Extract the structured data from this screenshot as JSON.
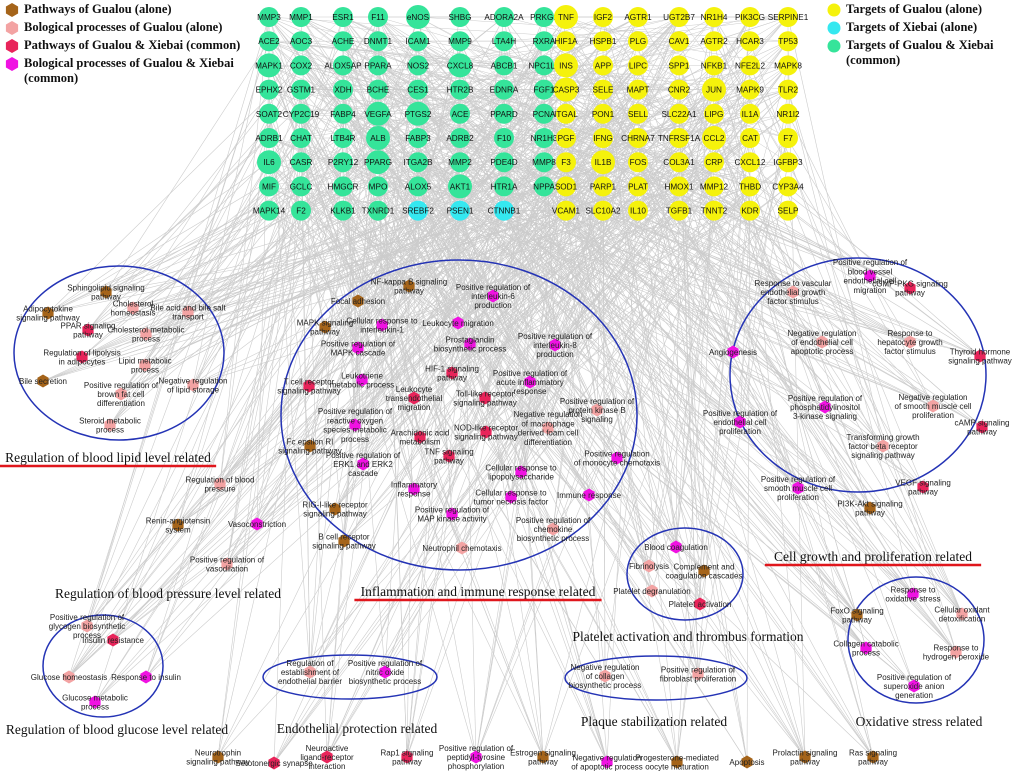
{
  "legend_left": [
    {
      "label": "Pathways of Gualou (alone)",
      "shape": "hexagon",
      "color": "#a5641a"
    },
    {
      "label": "Bological processes of Gualou (alone)",
      "shape": "hexagon",
      "color": "#f3a3a3"
    },
    {
      "label": "Pathways of Gualou & Xiebai (common)",
      "shape": "hexagon",
      "color": "#e8245a"
    },
    {
      "label": "Bological processes of Gualou & Xiebai (common)",
      "shape": "hexagon",
      "color": "#f012e2"
    }
  ],
  "legend_right": [
    {
      "label": "Targets of Gualou (alone)",
      "shape": "circle",
      "color": "#f5f20c"
    },
    {
      "label": "Targets of Xiebai (alone)",
      "shape": "circle",
      "color": "#35e8f0"
    },
    {
      "label": "Targets of Gualou & Xiebai (common)",
      "shape": "circle",
      "color": "#35e49a"
    }
  ],
  "colors": {
    "edge": "#cccccc",
    "ellipse_stroke": "#2433b5",
    "underline": "#e0161c",
    "pathway_gualou": "#a5641a",
    "process_gualou": "#f3a3a3",
    "pathway_common": "#e8245a",
    "process_common": "#f012e2",
    "target_gualou": "#f5f20c",
    "target_xiebai": "#35e8f0",
    "target_common": "#35e49a"
  },
  "target_rows": [
    [
      "MMP3",
      "MMP1",
      "ESR1",
      "F11",
      "eNOS",
      "SHBG",
      "ADORA2A",
      "PRKG1",
      "TNF",
      "IGF2",
      "AGTR1",
      "UGT2B7",
      "NR1H4",
      "PIK3CG",
      "SERPINE1"
    ],
    [
      "ACE2",
      "AOC3",
      "ACHE",
      "DNMT1",
      "ICAM1",
      "MMP9",
      "LTA4H",
      "RXRA",
      "HIF1A",
      "HSPB1",
      "PLG",
      "CAV1",
      "AGTR2",
      "HCAR3",
      "TP53"
    ],
    [
      "MAPK1",
      "COX2",
      "ALOX5AP",
      "PPARA",
      "NOS2",
      "CXCL8",
      "ABCB1",
      "NPC1L1",
      "INS",
      "APP",
      "LIPC",
      "SPP1",
      "NFKB1",
      "NFE2L2",
      "MAPK8"
    ],
    [
      "EPHX2",
      "GSTM1",
      "XDH",
      "BCHE",
      "CES1",
      "HTR2B",
      "EDNRA",
      "FGF1",
      "CASP3",
      "SELE",
      "MAPT",
      "CNR2",
      "JUN",
      "MAPK9",
      "TLR2"
    ],
    [
      "SOAT2",
      "CYP2C19",
      "FABP4",
      "VEGFA",
      "PTGS2",
      "ACE",
      "PPARD",
      "PCNA",
      "ITGAL",
      "PON1",
      "SELL",
      "SLC22A1",
      "LIPG",
      "IL1A",
      "NR1I2"
    ],
    [
      "ADRB1",
      "CHAT",
      "LTB4R",
      "ALB",
      "FABP3",
      "ADRB2",
      "F10",
      "NR1H3",
      "PGF",
      "IFNG",
      "CHRNA7",
      "TNFRSF1A",
      "CCL2",
      "CAT",
      "F7"
    ],
    [
      "IL6",
      "CASR",
      "P2RY12",
      "PPARG",
      "ITGA2B",
      "MMP2",
      "PDE4D",
      "MMP8",
      "F3",
      "IL1B",
      "FOS",
      "COL3A1",
      "CRP",
      "CXCL12",
      "IGFBP3"
    ],
    [
      "MIF",
      "GCLC",
      "HMGCR",
      "MPO",
      "ALOX5",
      "AKT1",
      "HTR1A",
      "NPPA",
      "SOD1",
      "PARP1",
      "PLAT",
      "HMOX1",
      "MMP12",
      "THBD",
      "CYP3A4"
    ],
    [
      "MAPK14",
      "F2",
      "KLKB1",
      "TXNRD1",
      "SREBF2",
      "PSEN1",
      "CTNNB1",
      "",
      "VCAM1",
      "SLC10A2",
      "IL10",
      "TGFB1",
      "TNNT2",
      "KDR",
      "SELP"
    ]
  ],
  "target_types": [
    [
      "C",
      "C",
      "C",
      "C",
      "C",
      "C",
      "C",
      "C",
      "Y",
      "Y",
      "Y",
      "Y",
      "Y",
      "Y",
      "Y"
    ],
    [
      "C",
      "C",
      "C",
      "C",
      "C",
      "C",
      "C",
      "C",
      "Y",
      "Y",
      "Y",
      "Y",
      "Y",
      "Y",
      "Y"
    ],
    [
      "C",
      "C",
      "C",
      "C",
      "C",
      "C",
      "C",
      "C",
      "Y",
      "Y",
      "Y",
      "Y",
      "Y",
      "Y",
      "Y"
    ],
    [
      "C",
      "C",
      "C",
      "C",
      "C",
      "C",
      "C",
      "C",
      "Y",
      "Y",
      "Y",
      "Y",
      "Y",
      "Y",
      "Y"
    ],
    [
      "C",
      "C",
      "C",
      "C",
      "C",
      "C",
      "C",
      "C",
      "Y",
      "Y",
      "Y",
      "Y",
      "Y",
      "Y",
      "Y"
    ],
    [
      "C",
      "C",
      "C",
      "C",
      "C",
      "C",
      "C",
      "C",
      "Y",
      "Y",
      "Y",
      "Y",
      "Y",
      "Y",
      "Y"
    ],
    [
      "C",
      "C",
      "C",
      "C",
      "C",
      "C",
      "C",
      "C",
      "Y",
      "Y",
      "Y",
      "Y",
      "Y",
      "Y",
      "Y"
    ],
    [
      "C",
      "C",
      "C",
      "C",
      "C",
      "C",
      "C",
      "C",
      "Y",
      "Y",
      "Y",
      "Y",
      "Y",
      "Y",
      "Y"
    ],
    [
      "C",
      "C",
      "C",
      "C",
      "X",
      "X",
      "X",
      "",
      "Y",
      "Y",
      "Y",
      "Y",
      "Y",
      "Y",
      "Y"
    ]
  ],
  "clusters": [
    {
      "id": "lipid",
      "title": "Regulation of blood lipid level related",
      "underlined": true
    },
    {
      "id": "inflammation",
      "title": "Inflammation and immune response related",
      "underlined": true
    },
    {
      "id": "growth",
      "title": "Cell growth and proliferation related",
      "underlined": true
    },
    {
      "id": "pressure",
      "title": "Regulation of blood pressure level related",
      "underlined": false
    },
    {
      "id": "platelet",
      "title": "Platelet activation and thrombus formation",
      "underlined": false
    },
    {
      "id": "glucose",
      "title": "Regulation of blood glucose level related",
      "underlined": false
    },
    {
      "id": "endothelial",
      "title": "Endothelial protection related",
      "underlined": false
    },
    {
      "id": "plaque",
      "title": "Plaque stabilization related",
      "underlined": false
    },
    {
      "id": "oxidative",
      "title": "Oxidative stress related",
      "underlined": false
    }
  ],
  "function_nodes": [
    {
      "label": "Sphingolipid signaling pathway",
      "type": "pathway_gualou"
    },
    {
      "label": "Adipocytokine signaling pathway",
      "type": "pathway_gualou"
    },
    {
      "label": "Cholesterol homeostasis",
      "type": "process_gualou"
    },
    {
      "label": "Bile acid and bile salt transport",
      "type": "process_gualou"
    },
    {
      "label": "PPAR signaling pathway",
      "type": "pathway_common"
    },
    {
      "label": "Cholesterol metabolic process",
      "type": "process_gualou"
    },
    {
      "label": "Regulation of lipolysis in adipocytes",
      "type": "pathway_common"
    },
    {
      "label": "Lipid metabolic process",
      "type": "process_gualou"
    },
    {
      "label": "Bile secretion",
      "type": "pathway_gualou"
    },
    {
      "label": "Positive regulation of brown fat cell differentiation",
      "type": "process_gualou"
    },
    {
      "label": "Negative regulation of lipid storage",
      "type": "process_gualou"
    },
    {
      "label": "Steroid metabolic process",
      "type": "process_gualou"
    },
    {
      "label": "NF-kappa B signaling pathway",
      "type": "pathway_gualou"
    },
    {
      "label": "Focal adhesion",
      "type": "pathway_gualou"
    },
    {
      "label": "Positive regulation of interleukin-6 production",
      "type": "process_common"
    },
    {
      "label": "MAPK signaling pathway",
      "type": "pathway_gualou"
    },
    {
      "label": "Cellular response to interleukin-1",
      "type": "process_common"
    },
    {
      "label": "Leukocyte migration",
      "type": "process_common"
    },
    {
      "label": "Positive regulation of MAPK cascade",
      "type": "process_common"
    },
    {
      "label": "Prostaglandin biosynthetic process",
      "type": "process_common"
    },
    {
      "label": "Positive regulation of interleukin-8 production",
      "type": "process_common"
    },
    {
      "label": "HIF-1 signaling pathway",
      "type": "pathway_common"
    },
    {
      "label": "T cell receptor signaling pathway",
      "type": "pathway_common"
    },
    {
      "label": "Leukotriene metabolic process",
      "type": "process_common"
    },
    {
      "label": "Positive regulation of acute inflammatory response",
      "type": "process_common"
    },
    {
      "label": "Leukocyte transendothelial migration",
      "type": "pathway_common"
    },
    {
      "label": "Toll-like receptor signaling pathway",
      "type": "pathway_common"
    },
    {
      "label": "Positive regulation of protein kinase B signaling",
      "type": "process_gualou"
    },
    {
      "label": "Positive regulation of reactive oxygen species metabolic process",
      "type": "process_common"
    },
    {
      "label": "Arachidonic acid metabolism",
      "type": "pathway_common"
    },
    {
      "label": "NOD-like receptor signaling pathway",
      "type": "pathway_common"
    },
    {
      "label": "Negative regulation of macrophage derived foam cell differentiation",
      "type": "process_gualou"
    },
    {
      "label": "Fc epsilon RI signaling pathway",
      "type": "pathway_gualou"
    },
    {
      "label": "TNF signaling pathway",
      "type": "pathway_common"
    },
    {
      "label": "Positive regulation of ERK1 and ERK2 cascade",
      "type": "process_common"
    },
    {
      "label": "Positive regulation of monocyte chemotaxis",
      "type": "process_common"
    },
    {
      "label": "Cellular response to lipopolysaccharide",
      "type": "process_common"
    },
    {
      "label": "Inflammatory response",
      "type": "process_common"
    },
    {
      "label": "Cellular response to tumor necrosis factor",
      "type": "process_common"
    },
    {
      "label": "Immune response",
      "type": "process_common"
    },
    {
      "label": "RIG-I-like receptor signaling pathway",
      "type": "pathway_gualou"
    },
    {
      "label": "Positive regulation of MAP kinase activity",
      "type": "process_common"
    },
    {
      "label": "Positive regulation of chemokine biosynthetic process",
      "type": "process_gualou"
    },
    {
      "label": "B cell receptor signaling pathway",
      "type": "pathway_gualou"
    },
    {
      "label": "Neutrophil chemotaxis",
      "type": "process_gualou"
    },
    {
      "label": "Regulation of blood pressure",
      "type": "process_gualou"
    },
    {
      "label": "Renin-angiotensin system",
      "type": "pathway_gualou"
    },
    {
      "label": "Vasoconstriction",
      "type": "process_common"
    },
    {
      "label": "Positive regulation of vasodilation",
      "type": "process_gualou"
    },
    {
      "label": "Positive regulation of blood vessel endothelial cell migration",
      "type": "process_common"
    },
    {
      "label": "Response to vascular endothelial growth factor stimulus",
      "type": "process_gualou"
    },
    {
      "label": "cGMP-PKG signaling pathway",
      "type": "pathway_common"
    },
    {
      "label": "Negative regulation of endothelial cell apoptotic process",
      "type": "process_gualou"
    },
    {
      "label": "Response to hepatocyte growth factor stimulus",
      "type": "process_gualou"
    },
    {
      "label": "Angiogenesis",
      "type": "process_common"
    },
    {
      "label": "Thyroid hormone signaling pathway",
      "type": "pathway_common"
    },
    {
      "label": "Positive regulation of phosphatidylinositol 3-kinase signaling",
      "type": "process_common"
    },
    {
      "label": "Negative regulation of smooth muscle cell proliferation",
      "type": "process_gualou"
    },
    {
      "label": "Positive regulation of endothelial cell proliferation",
      "type": "process_common"
    },
    {
      "label": "cAMP signaling pathway",
      "type": "pathway_common"
    },
    {
      "label": "Transforming growth factor beta receptor signaling pathway",
      "type": "process_gualou"
    },
    {
      "label": "VEGF signaling pathway",
      "type": "pathway_common"
    },
    {
      "label": "Positive regulation of smooth muscle cell proliferation",
      "type": "process_common"
    },
    {
      "label": "PI3K-Akt signaling pathway",
      "type": "pathway_gualou"
    },
    {
      "label": "Blood coagulation",
      "type": "process_common"
    },
    {
      "label": "Fibrinolysis",
      "type": "process_gualou"
    },
    {
      "label": "Complement and coagulation cascades",
      "type": "pathway_gualou"
    },
    {
      "label": "Platelet degranulation",
      "type": "process_gualou"
    },
    {
      "label": "Platelet activation",
      "type": "pathway_common"
    },
    {
      "label": "Positive regulation of glycogen biosynthetic process",
      "type": "process_gualou"
    },
    {
      "label": "Insulin resistance",
      "type": "pathway_common"
    },
    {
      "label": "Glucose homeostasis",
      "type": "process_gualou"
    },
    {
      "label": "Response to insulin",
      "type": "process_common"
    },
    {
      "label": "Glucose metabolic process",
      "type": "process_common"
    },
    {
      "label": "Regulation of establishment of endothelial barrier",
      "type": "process_gualou"
    },
    {
      "label": "Positive regulation of nitric oxide biosynthetic process",
      "type": "process_common"
    },
    {
      "label": "Negative regulation of collagen biosynthetic process",
      "type": "process_gualou"
    },
    {
      "label": "Positive regulation of fibroblast proliferation",
      "type": "process_gualou"
    },
    {
      "label": "Response to oxidative stress",
      "type": "process_common"
    },
    {
      "label": "FoxO signaling pathway",
      "type": "pathway_gualou"
    },
    {
      "label": "Cellular oxidant detoxification",
      "type": "process_gualou"
    },
    {
      "label": "Collagen catabolic process",
      "type": "process_common"
    },
    {
      "label": "Response to hydrogen peroxide",
      "type": "process_gualou"
    },
    {
      "label": "Positive regulation of superoxide anion generation",
      "type": "process_common"
    },
    {
      "label": "Neurotrophin signaling pathway",
      "type": "pathway_gualou"
    },
    {
      "label": "Serotonergic synapse",
      "type": "pathway_common"
    },
    {
      "label": "Neuroactive ligand-receptor interaction",
      "type": "pathway_common"
    },
    {
      "label": "Rap1 signaling pathway",
      "type": "pathway_common"
    },
    {
      "label": "Positive regulation of peptidyl-tyrosine phosphorylation",
      "type": "process_common"
    },
    {
      "label": "Estrogen signaling pathway",
      "type": "pathway_gualou"
    },
    {
      "label": "Negative regulation of apoptotic process",
      "type": "process_common"
    },
    {
      "label": "Progesterone-mediated oocyte maturation",
      "type": "pathway_gualou"
    },
    {
      "label": "Apoptosis",
      "type": "pathway_gualou"
    },
    {
      "label": "Prolactin signaling pathway",
      "type": "pathway_gualou"
    },
    {
      "label": "Ras signaling pathway",
      "type": "pathway_gualou"
    }
  ]
}
